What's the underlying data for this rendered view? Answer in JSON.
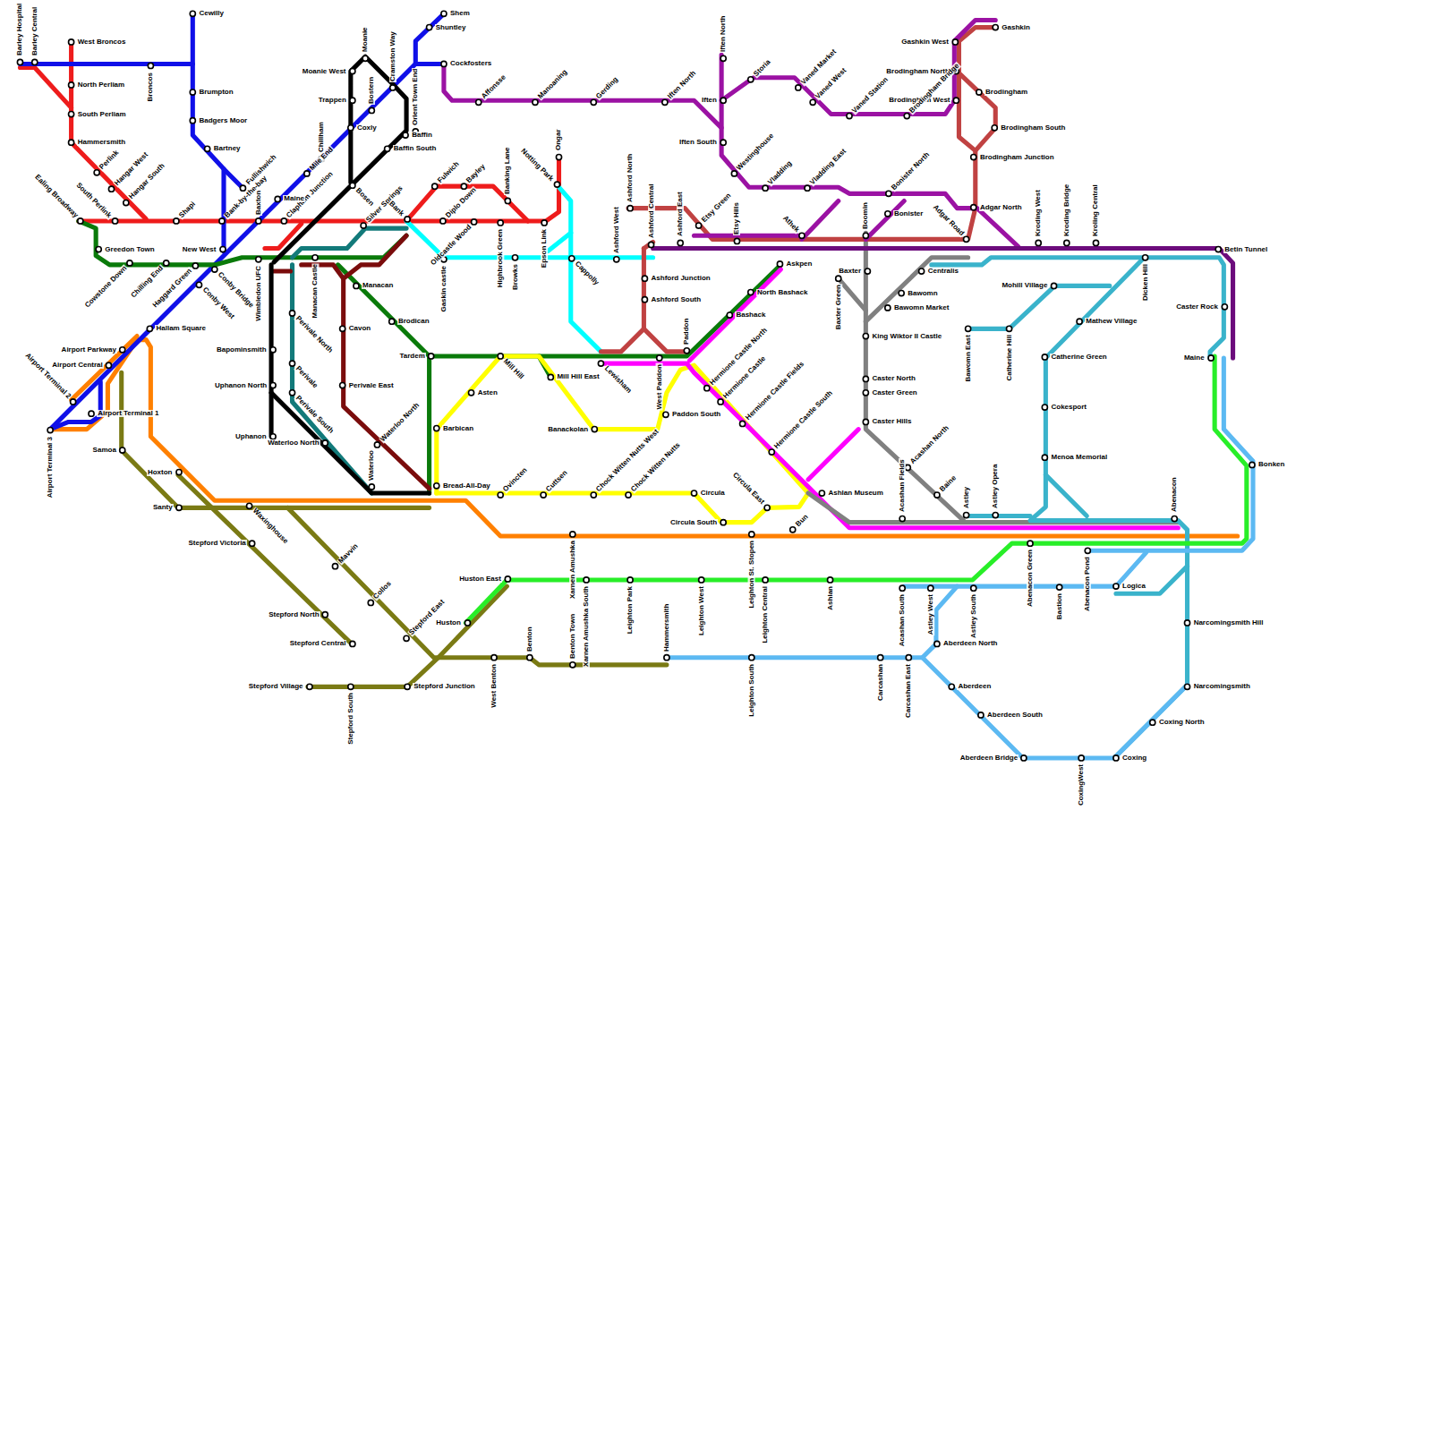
{
  "diagram": {
    "labels": [
      "Barley Hospital",
      "Barley Central",
      "West Broncos",
      "North Perliam",
      "South Perliam",
      "Hammersmith",
      "Perlink",
      "Hangar West",
      "Hangar South",
      "Ealing Broadway",
      "South Perlink",
      "Shapi",
      "Bank-by-the-bay",
      "Baxton",
      "Clapham Junction",
      "Silver Springs",
      "Bank",
      "Fulwich",
      "Bayley",
      "Diplo Down",
      "Banking Lane",
      "Highbrook Green",
      "Browks",
      "Epson Link",
      "Notting Park",
      "Ongar",
      "Oldcastle Wood",
      "Gaskin castle",
      "Cappolly",
      "Ashford West",
      "Ashford North",
      "Ashford Central",
      "Ashford East",
      "Etsy Green",
      "Etsy Hills",
      "Ashford Junction",
      "Ashford South",
      "Lewisham",
      "West Paddon",
      "Paddon",
      "Paddon South",
      "Mill Hill",
      "Mill Hill East",
      "Asten",
      "Banackolan",
      "Barbican",
      "Bread-All-Day",
      "Ovincten",
      "Cuttsen",
      "Chock Witten Nutts West",
      "Chock Witten Nutts",
      "Circula",
      "Circula South",
      "Circula East",
      "Bun",
      "Ashlan Museum",
      "Hermione Castle North",
      "Hermione Castle",
      "Hermione Castle Fields",
      "Hermione Castle South",
      "Bashack",
      "North Bashack",
      "Askpen",
      "Tardem",
      "Brodican",
      "Cavon",
      "Perivale East",
      "Waterloo North",
      "Waterloo",
      "Waterloo North",
      "Manacan",
      "Manacan Castle",
      "Perivale North",
      "Perivale",
      "Perivale South",
      "Bapominsmith",
      "Uphanon North",
      "Uphanon",
      "Wimbledon UFC",
      "New West",
      "Maine",
      "Mile End",
      "Chillham",
      "Cramston Way",
      "Bostern",
      "Moanie",
      "Moanie West",
      "Trappen",
      "Coxly",
      "Bosen",
      "Orient Town End",
      "Baffin",
      "Baffin South",
      "Shem",
      "Shuntley",
      "Cockfosters",
      "Cewilly",
      "Broncos",
      "Brumpton",
      "Badgers Moor",
      "Bartney",
      "Fullishwich",
      "Greedon Town",
      "Cowstone Down",
      "Chilling End",
      "Haggard Green",
      "Conby Bridge",
      "Conby West",
      "Hallam Square",
      "Airport Parkway",
      "Airport Central",
      "Airport Terminal 2",
      "Airport Terminal 1",
      "Airport Terminal 3",
      "Samoa",
      "Hoxton",
      "Santy",
      "Waxinghouse",
      "Stepford Victoria",
      "Mavvin",
      "Collos",
      "Stepford North",
      "Stepford Central",
      "Stepford East",
      "Stepford Village",
      "Stepford South",
      "Stepford Junction",
      "Huston",
      "Huston East",
      "Xarnen Amushka",
      "Xarnen Amushka South",
      "Benton",
      "Benton Town",
      "West Benton",
      "Leighton Park",
      "Hammersmith",
      "Leighton West",
      "Leighton St. Stopen",
      "Leighton Central",
      "Leighton South",
      "Ashlan",
      "Acashan South",
      "Acashan Fields",
      "Acashan North",
      "Baine",
      "Astley",
      "Astley Opera",
      "Astley West",
      "Astley South",
      "Carcashan",
      "Carcashan East",
      "Aberdeen North",
      "Aberdeen",
      "Aberdeen South",
      "Aberdeen Bridge",
      "CoxingWest",
      "Coxing",
      "Coxing North",
      "Narcomingsmith",
      "Narcomingsmith Hill",
      "Logica",
      "Bastion",
      "Abenacon Pond",
      "Abenacon Green",
      "Abenacon",
      "Bonken",
      "Maine",
      "Caster Rock",
      "Betin Tunnel",
      "Dicken Hill",
      "Kroling Central",
      "Kroding Bridge",
      "Kroding West",
      "Mohill Village",
      "Mathew Village",
      "Catherine Hill",
      "Bawomn East",
      "Catherine Green",
      "Cokesport",
      "Menoa Memorial",
      "Centralis",
      "Bawomn",
      "Bawomn Market",
      "Baxter",
      "Baxter Green",
      "Boomin",
      "King Wiktor II Castle",
      "Caster North",
      "Caster Green",
      "Caster Hills",
      "Bonister",
      "Bonister North",
      "Adgar North",
      "Adgar Road",
      "Brodingham Junction",
      "Brodingham South",
      "Brodingham",
      "Brodingham  West",
      "Brodingham North",
      "Gashkin West",
      "Gashkin",
      "Brodingham Bridge",
      "Vaned Station",
      "Vaned West",
      "Vaned Market",
      "Vladding East",
      "Vladding",
      "Westinghouse",
      "Athek",
      "Iften South",
      "Iften",
      "Iften North",
      "Storia",
      "Iften North",
      "Gerding",
      "Manoaning",
      "Affonsse"
    ]
  }
}
